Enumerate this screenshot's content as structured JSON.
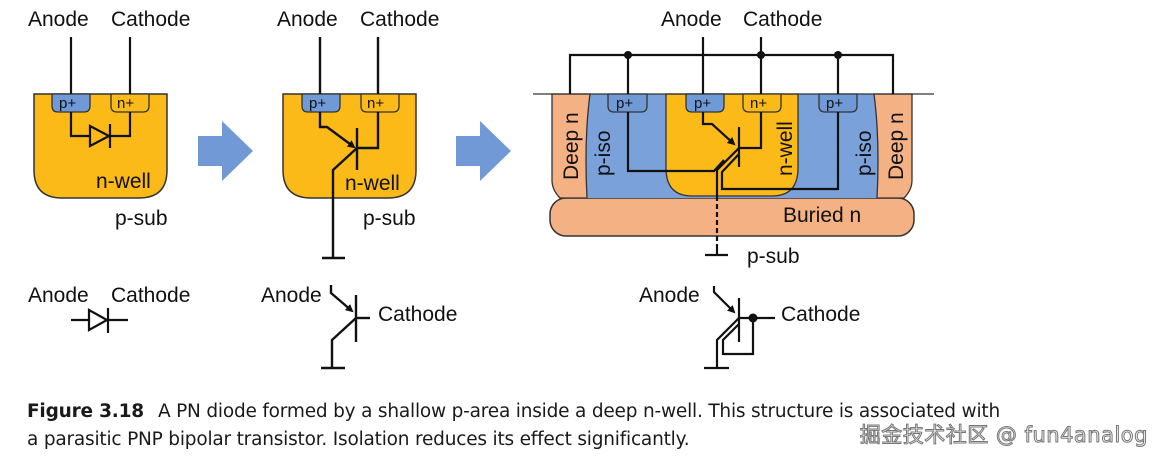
{
  "colors": {
    "n_well": "#FBBA17",
    "p_plus": "#6F9AD6",
    "p_iso": "#7BA1DA",
    "deep_n": "#F4B183",
    "arrow": "#7099D5",
    "line": "#111111"
  },
  "panel1": {
    "anode": "Anode",
    "cathode": "Cathode",
    "p_plus": "p+",
    "n_plus": "n+",
    "n_well": "n-well",
    "p_sub": "p-sub",
    "symbol_anode": "Anode",
    "symbol_cathode": "Cathode"
  },
  "panel2": {
    "anode": "Anode",
    "cathode": "Cathode",
    "p_plus": "p+",
    "n_plus": "n+",
    "n_well": "n-well",
    "p_sub": "p-sub",
    "symbol_anode": "Anode",
    "symbol_cathode": "Cathode"
  },
  "panel3": {
    "anode": "Anode",
    "cathode": "Cathode",
    "deep_n_left": "Deep n",
    "p_iso_left": "p-iso",
    "p_plus_left": "p+",
    "p_plus_center": "p+",
    "n_plus": "n+",
    "n_well": "n-well",
    "p_plus_right": "p+",
    "p_iso_right": "p-iso",
    "deep_n_right": "Deep n",
    "buried_n": "Buried n",
    "p_sub": "p-sub",
    "symbol_anode": "Anode",
    "symbol_cathode": "Cathode"
  },
  "caption": {
    "figure_number": "Figure 3.18",
    "text_line1": "A PN diode formed by a shallow p-area inside a deep n-well. This structure is associated with",
    "text_line2": "a parasitic PNP bipolar transistor. Isolation reduces its effect significantly."
  },
  "watermark": "掘金技术社区 @ fun4analog"
}
